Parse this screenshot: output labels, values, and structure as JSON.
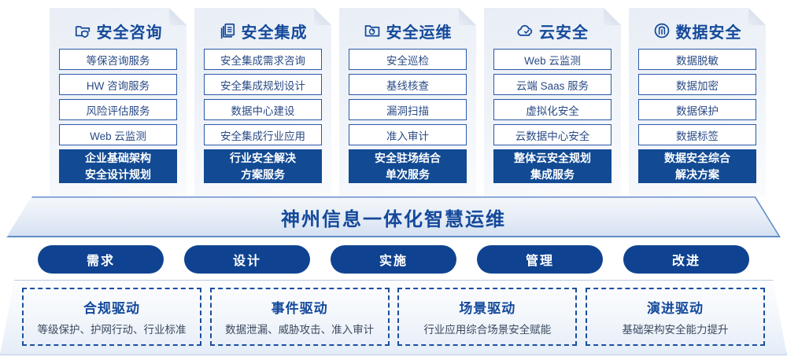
{
  "banner": {
    "title": "神州信息一体化智慧运维"
  },
  "columns": [
    {
      "icon": "folder-shield-icon",
      "title": "安全咨询",
      "items": [
        "等保咨询服务",
        "HW 咨询服务",
        "风险评估服务",
        "Web 云监测"
      ],
      "summary_line1": "企业基础架构",
      "summary_line2": "安全设计规划"
    },
    {
      "icon": "stacked-documents-icon",
      "title": "安全集成",
      "items": [
        "安全集成需求咨询",
        "安全集成规划设计",
        "数据中心建设",
        "安全集成行业应用"
      ],
      "summary_line1": "行业安全解决",
      "summary_line2": "方案服务"
    },
    {
      "icon": "folder-monitor-icon",
      "title": "安全运维",
      "items": [
        "安全巡检",
        "基线核查",
        "漏洞扫描",
        "准入审计"
      ],
      "summary_line1": "安全驻场结合",
      "summary_line2": "单次服务"
    },
    {
      "icon": "cloud-check-icon",
      "title": "云安全",
      "items": [
        "Web 云监测",
        "云端 Saas 服务",
        "虚拟化安全",
        "云数据中心安全"
      ],
      "summary_line1": "整体云安全规划",
      "summary_line2": "集成服务"
    },
    {
      "icon": "fingerprint-icon",
      "title": "数据安全",
      "items": [
        "数据脱敏",
        "数据加密",
        "数据保护",
        "数据标签"
      ],
      "summary_line1": "数据安全综合",
      "summary_line2": "解决方案"
    }
  ],
  "phases": [
    {
      "label": "需求"
    },
    {
      "label": "设计"
    },
    {
      "label": "实施"
    },
    {
      "label": "管理"
    },
    {
      "label": "改进"
    }
  ],
  "drivers": [
    {
      "title": "合规驱动",
      "subtitle": "等级保护、护网行动、行业标准"
    },
    {
      "title": "事件驱动",
      "subtitle": "数据泄漏、威胁攻击、准入审计"
    },
    {
      "title": "场景驱动",
      "subtitle": "行业应用综合场景安全赋能"
    },
    {
      "title": "演进驱动",
      "subtitle": "基础架构安全能力提升"
    }
  ],
  "colors": {
    "brand_blue": "#14499b",
    "deep_blue": "#0f4391",
    "summary_blue": "#124a93",
    "item_border": "#2a59a5",
    "item_text": "#2a4b86",
    "dashed_border": "#1a4f9c",
    "card_bg_top": "#e9eef6",
    "card_bg_bottom": "#fafbfd"
  }
}
